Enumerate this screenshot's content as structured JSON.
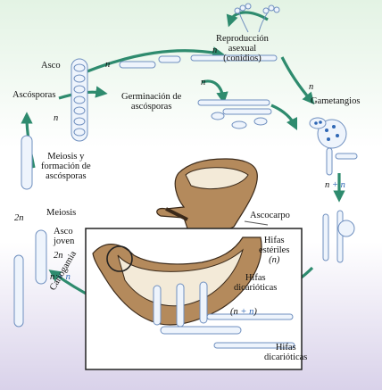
{
  "colors": {
    "bg_top": "#e3f3e4",
    "bg_mid": "#ffffff",
    "bg_bottom": "#d9d2ea",
    "arrow": "#2e8b6e",
    "cell_outline": "#6f8fbf",
    "cell_fill": "#eef4fc",
    "ascocarp_tan": "#b48a5c",
    "frame_border": "#222222",
    "nucleus_blue": "#2f67b5"
  },
  "labels": {
    "repro_asexual": [
      "Reproducción",
      "asexual",
      "(conidios)"
    ],
    "asco": "Asco",
    "ascosporas": "Ascósporas",
    "germinacion": [
      "Germinación de",
      "ascósporas"
    ],
    "gametangios": "Gametangios",
    "meiosis_formacion": [
      "Meiosis y",
      "formación de",
      "ascósporas"
    ],
    "meiosis": "Meiosis",
    "asco_joven": [
      "Asco",
      "joven"
    ],
    "cariogamia": "Cariogamia",
    "ascocarpo": "Ascocarpo",
    "hifas_esteriles": [
      "Hifas",
      "estériles"
    ],
    "hifas_dicarioticas_1": [
      "Hifas",
      "dicarióticas"
    ],
    "hifas_dicarioticas_2": [
      "Hifas",
      "dicarióticas"
    ]
  },
  "ploidy": {
    "n": "n",
    "n_paren": "(n)",
    "two_n": "2n",
    "plus": "+",
    "open": "(",
    "close": ")"
  },
  "icons": {
    "arrows": "curved-cycle-arrow",
    "ascocarp": "cup-shaped-fruiting-body"
  }
}
